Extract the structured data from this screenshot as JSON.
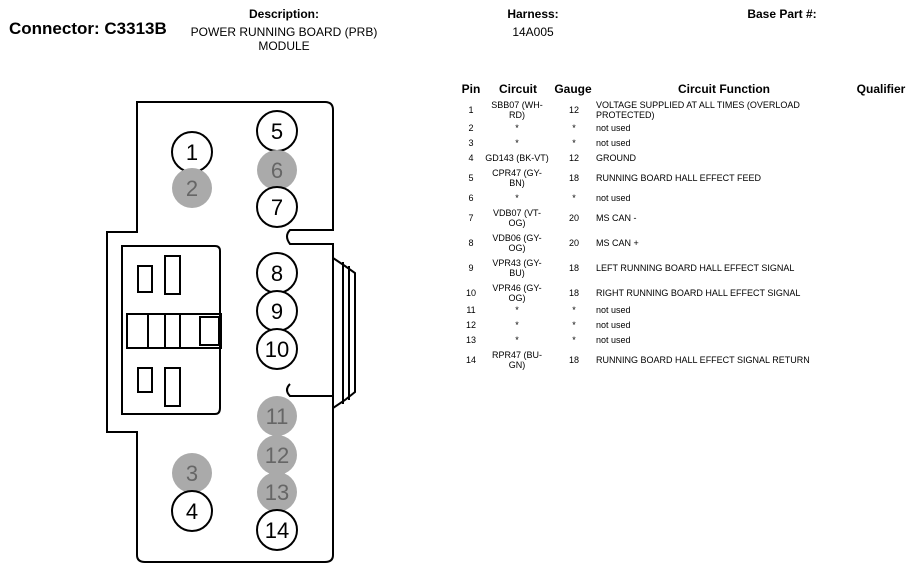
{
  "header": {
    "connector_label": "Connector: C3313B",
    "description_label": "Description:",
    "description_line1": "POWER RUNNING BOARD (PRB)",
    "description_line2": "MODULE",
    "harness_label": "Harness:",
    "harness_value": "14A005",
    "base_part_label": "Base Part #:"
  },
  "table": {
    "headers": {
      "pin": "Pin",
      "circuit": "Circuit",
      "gauge": "Gauge",
      "function": "Circuit Function",
      "qualifier": "Qualifier"
    },
    "rows": [
      {
        "pin": "1",
        "circuit_l1": "SBB07 (WH-",
        "circuit_l2": "RD)",
        "gauge": "12",
        "func_l1": "VOLTAGE SUPPLIED AT ALL TIMES (OVERLOAD",
        "func_l2": "PROTECTED)"
      },
      {
        "pin": "2",
        "circuit_l1": "*",
        "circuit_l2": "",
        "gauge": "*",
        "func_l1": "not used",
        "func_l2": ""
      },
      {
        "pin": "3",
        "circuit_l1": "*",
        "circuit_l2": "",
        "gauge": "*",
        "func_l1": "not used",
        "func_l2": ""
      },
      {
        "pin": "4",
        "circuit_l1": "GD143 (BK-VT)",
        "circuit_l2": "",
        "gauge": "12",
        "func_l1": "GROUND",
        "func_l2": ""
      },
      {
        "pin": "5",
        "circuit_l1": "CPR47 (GY-",
        "circuit_l2": "BN)",
        "gauge": "18",
        "func_l1": "RUNNING BOARD HALL EFFECT FEED",
        "func_l2": ""
      },
      {
        "pin": "6",
        "circuit_l1": "*",
        "circuit_l2": "",
        "gauge": "*",
        "func_l1": "not used",
        "func_l2": ""
      },
      {
        "pin": "7",
        "circuit_l1": "VDB07 (VT-",
        "circuit_l2": "OG)",
        "gauge": "20",
        "func_l1": "MS CAN -",
        "func_l2": ""
      },
      {
        "pin": "8",
        "circuit_l1": "VDB06 (GY-",
        "circuit_l2": "OG)",
        "gauge": "20",
        "func_l1": "MS CAN +",
        "func_l2": ""
      },
      {
        "pin": "9",
        "circuit_l1": "VPR43 (GY-",
        "circuit_l2": "BU)",
        "gauge": "18",
        "func_l1": "LEFT RUNNING BOARD HALL EFFECT SIGNAL",
        "func_l2": ""
      },
      {
        "pin": "10",
        "circuit_l1": "VPR46 (GY-",
        "circuit_l2": "OG)",
        "gauge": "18",
        "func_l1": "RIGHT RUNNING BOARD HALL EFFECT SIGNAL",
        "func_l2": ""
      },
      {
        "pin": "11",
        "circuit_l1": "*",
        "circuit_l2": "",
        "gauge": "*",
        "func_l1": "not used",
        "func_l2": ""
      },
      {
        "pin": "12",
        "circuit_l1": "*",
        "circuit_l2": "",
        "gauge": "*",
        "func_l1": "not used",
        "func_l2": ""
      },
      {
        "pin": "13",
        "circuit_l1": "*",
        "circuit_l2": "",
        "gauge": "*",
        "func_l1": "not used",
        "func_l2": ""
      },
      {
        "pin": "14",
        "circuit_l1": "RPR47 (BU-",
        "circuit_l2": "GN)",
        "gauge": "18",
        "func_l1": "RUNNING BOARD HALL EFFECT SIGNAL RETURN",
        "func_l2": ""
      }
    ]
  },
  "diagram": {
    "pins": [
      {
        "label": "1",
        "state": "used"
      },
      {
        "label": "2",
        "state": "unused"
      },
      {
        "label": "3",
        "state": "unused"
      },
      {
        "label": "4",
        "state": "used"
      },
      {
        "label": "5",
        "state": "used"
      },
      {
        "label": "6",
        "state": "unused"
      },
      {
        "label": "7",
        "state": "used"
      },
      {
        "label": "8",
        "state": "used"
      },
      {
        "label": "9",
        "state": "used"
      },
      {
        "label": "10",
        "state": "used"
      },
      {
        "label": "11",
        "state": "unused"
      },
      {
        "label": "12",
        "state": "unused"
      },
      {
        "label": "13",
        "state": "unused"
      },
      {
        "label": "14",
        "state": "used"
      }
    ],
    "colors": {
      "used_fill": "#ffffff",
      "unused_fill": "#aaaaaa",
      "used_text": "#000000",
      "unused_text": "#666666"
    }
  }
}
